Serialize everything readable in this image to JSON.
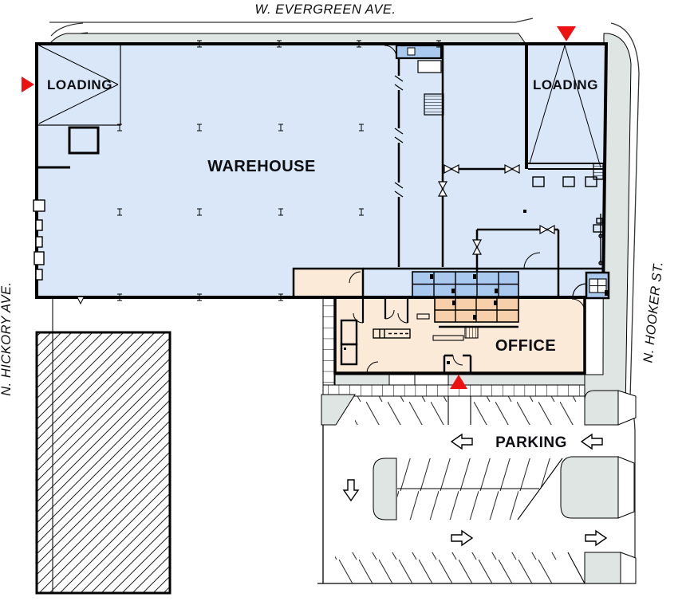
{
  "title": "Industrial building site plan",
  "streets": {
    "top": "W. EVERGREEN AVE.",
    "left": "N. HICKORY AVE.",
    "right": "N. HOOKER ST."
  },
  "areas": {
    "warehouse": "WAREHOUSE",
    "loading_left": "LOADING",
    "loading_right": "LOADING",
    "office": "OFFICE",
    "parking": "PARKING"
  },
  "markers": {
    "west_entrance": "red-triangle-pointing-right",
    "north_entrance": "red-triangle-pointing-down",
    "office_entrance": "red-triangle-pointing-up"
  },
  "colors": {
    "warehouse_fill": "#d9e7f8",
    "dark_room_fill": "#a9c9ef",
    "office_fill": "#fcead9",
    "stall_fill_tan": "#f7d0ab",
    "sidewalk_fill": "#dee5e2",
    "entrance_marker": "#ee1111",
    "line": "#000000"
  }
}
